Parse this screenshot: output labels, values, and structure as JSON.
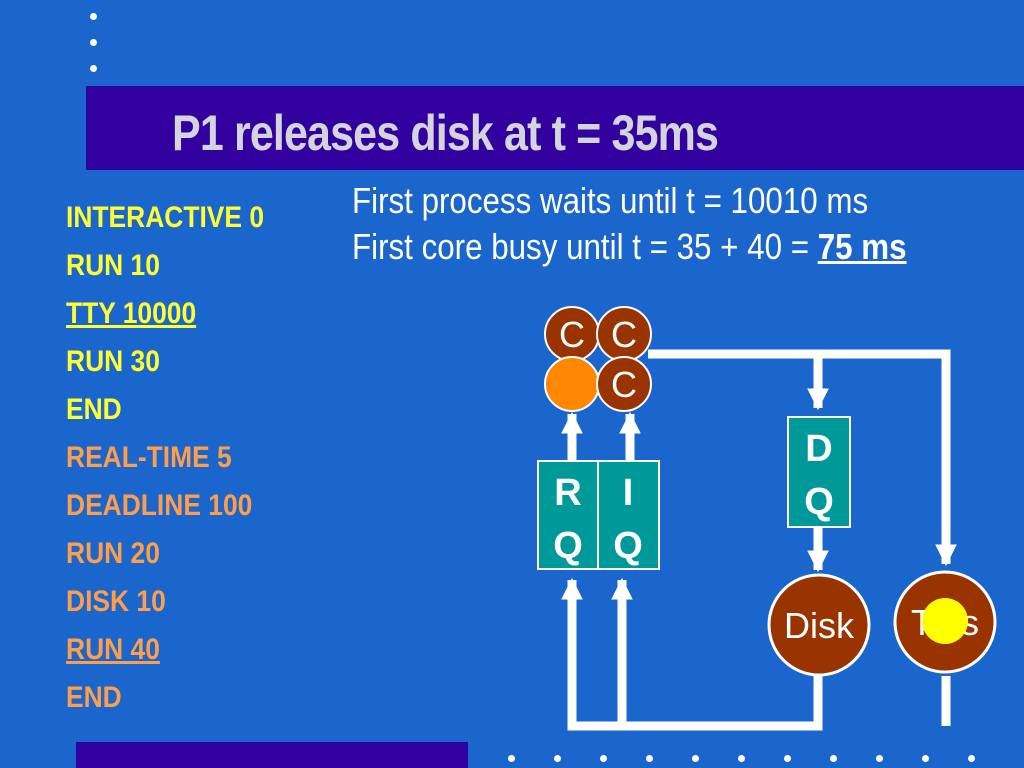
{
  "slide": {
    "title": "P1 releases disk at t = 35ms",
    "info_line1": "First process waits until t = 10010 ms",
    "info_line2_prefix": "First core busy until t = 35 + 40 = ",
    "info_line2_highlight": "75 ms"
  },
  "program": [
    {
      "text": "INTERACTIVE 0",
      "color": "yellow",
      "underline": false
    },
    {
      "text": "RUN  10",
      "color": "yellow",
      "underline": false
    },
    {
      "text": "TTY  10000",
      "color": "yellow",
      "underline": true
    },
    {
      "text": "RUN  30",
      "color": "yellow",
      "underline": false
    },
    {
      "text": "END",
      "color": "yellow",
      "underline": false
    },
    {
      "text": "REAL-TIME 5",
      "color": "orange",
      "underline": false
    },
    {
      "text": "DEADLINE  100",
      "color": "orange",
      "underline": false
    },
    {
      "text": "RUN  20",
      "color": "orange",
      "underline": false
    },
    {
      "text": "DISK  10",
      "color": "orange",
      "underline": false
    },
    {
      "text": "RUN  40",
      "color": "orange",
      "underline": true
    },
    {
      "text": "END",
      "color": "orange",
      "underline": false
    }
  ],
  "diagram": {
    "core_label_1": "C",
    "core_label_2": "C",
    "core_label_3": "C",
    "rq_line1": "R",
    "rq_line2": "Q",
    "iq_line1": "I",
    "iq_line2": "Q",
    "dq_line1": "D",
    "dq_line2": "Q",
    "disk_label": "Disk",
    "ttys_label": "Ttys"
  },
  "colors": {
    "background": "#1a66cc",
    "title_bar": "#3300a0",
    "title_text": "#d4d4dc",
    "yellow_text": "#ffff33",
    "orange_text": "#ff9e4a",
    "core_fill": "#993300",
    "busy_core_fill": "#ff8800",
    "queue_fill": "#009999",
    "process_dot": "#ffff00"
  }
}
